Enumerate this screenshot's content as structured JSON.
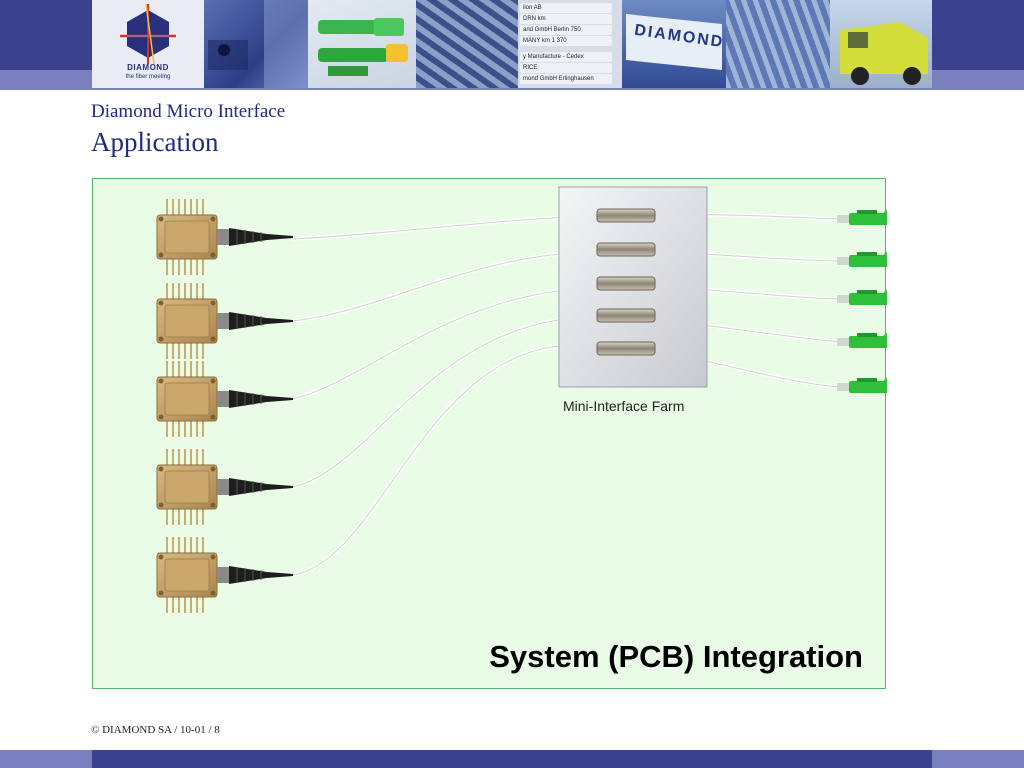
{
  "header": {
    "logo_name": "DIAMOND",
    "logo_tagline": "the fiber meeting",
    "banner_word": "DIAMOND",
    "signpost_lines": [
      "ilon AB",
      "DRN   km",
      "and GmbH Berlin  750",
      "MANY   km  1 370",
      "y Manufacture - Cedex",
      "RICE",
      "mond GmbH Erlinghausen"
    ]
  },
  "slide": {
    "subtitle": "Diamond Micro Interface",
    "title": "Application"
  },
  "diagram": {
    "farm_caption": "Mini-Interface Farm",
    "heading": "System (PCB) Integration",
    "laser_modules": [
      "laser-module",
      "laser-module",
      "laser-module",
      "laser-module",
      "laser-module"
    ],
    "connectors": [
      "lc-connector",
      "lc-connector",
      "lc-connector",
      "lc-connector",
      "lc-connector"
    ],
    "colors": {
      "panel_bg": "#e9fce6",
      "panel_border": "#57b36a",
      "connector_green": "#2fbf3a",
      "module_gold": "#c9a46a",
      "title_blue": "#1f2a82",
      "header_navy": "#3b408f"
    }
  },
  "footer": {
    "text": "© DIAMOND SA / 10-01 / 8"
  }
}
